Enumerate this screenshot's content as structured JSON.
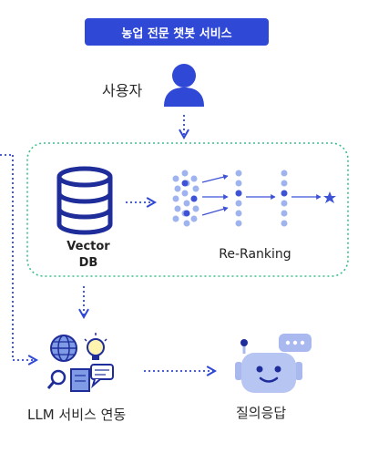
{
  "title": "농업 전문 챗봇 서비스",
  "nodes": {
    "user": "사용자",
    "vector_db_line1": "Vector",
    "vector_db_line2": "DB",
    "reranking": "Re-Ranking",
    "llm": "LLM 서비스 연동",
    "qa": "질의응답"
  },
  "colors": {
    "accent": "#2f48d6",
    "navy": "#1f2d9a",
    "green_dash": "#3bbf8a",
    "robot": "#a9b8ee"
  }
}
